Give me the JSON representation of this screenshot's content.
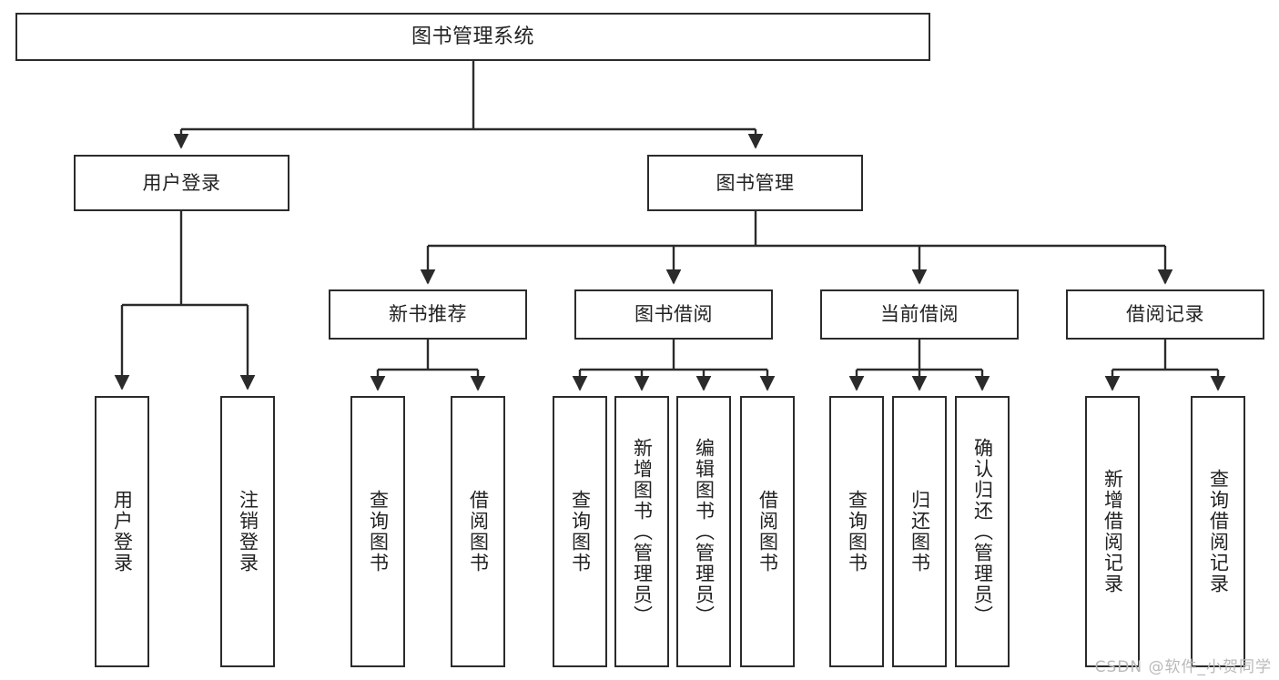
{
  "diagram": {
    "title": "图书管理系统",
    "type": "tree",
    "watermark": "CSDN @软件_小贺同学",
    "line_color": "#2b2b2b",
    "box_fill": "#ffffff",
    "text_color": "#222222",
    "watermark_color": "#b9b9b9"
  },
  "nodes": {
    "root": {
      "label": "图书管理系统"
    },
    "level2": [
      {
        "id": "user-login",
        "label": "用户登录"
      },
      {
        "id": "book-manage",
        "label": "图书管理"
      }
    ],
    "level3": [
      {
        "id": "new-book-recommend",
        "label": "新书推荐"
      },
      {
        "id": "book-borrow",
        "label": "图书借阅"
      },
      {
        "id": "current-borrow",
        "label": "当前借阅"
      },
      {
        "id": "borrow-record",
        "label": "借阅记录"
      }
    ],
    "leaves": {
      "user_login": [
        {
          "id": "leaf-user-login",
          "label": "用户登录"
        },
        {
          "id": "leaf-logout-login",
          "label": "注销登录"
        }
      ],
      "new_book_recommend": [
        {
          "id": "leaf-query-book-1",
          "label": "查询图书"
        },
        {
          "id": "leaf-borrow-book-1",
          "label": "借阅图书"
        }
      ],
      "book_borrow": [
        {
          "id": "leaf-query-book-2",
          "label": "查询图书"
        },
        {
          "id": "leaf-add-book",
          "label": "新增图书（管理员）"
        },
        {
          "id": "leaf-edit-book",
          "label": "编辑图书（管理员）"
        },
        {
          "id": "leaf-borrow-book-2",
          "label": "借阅图书"
        }
      ],
      "current_borrow": [
        {
          "id": "leaf-query-book-3",
          "label": "查询图书"
        },
        {
          "id": "leaf-return-book",
          "label": "归还图书"
        },
        {
          "id": "leaf-confirm-return",
          "label": "确认归还（管理员）"
        }
      ],
      "borrow_record": [
        {
          "id": "leaf-add-record",
          "label": "新增借阅记录"
        },
        {
          "id": "leaf-query-record",
          "label": "查询借阅记录"
        }
      ]
    }
  }
}
